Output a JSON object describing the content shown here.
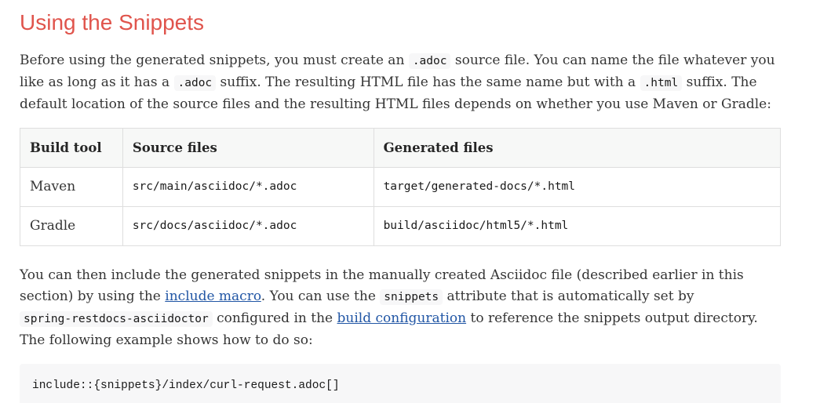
{
  "heading": {
    "text": "Using the Snippets"
  },
  "paragraphs": {
    "intro": [
      {
        "t": "text",
        "v": "Before using the generated snippets, you must create an "
      },
      {
        "t": "code",
        "v": ".adoc"
      },
      {
        "t": "text",
        "v": " source file. You can name the file whatever you like as long as it has a "
      },
      {
        "t": "code",
        "v": ".adoc"
      },
      {
        "t": "text",
        "v": " suffix. The resulting HTML file has the same name but with a "
      },
      {
        "t": "code",
        "v": ".html"
      },
      {
        "t": "text",
        "v": " suffix. The default location of the source files and the resulting HTML files depends on whether you use Maven or Gradle:"
      }
    ],
    "usage": [
      {
        "t": "text",
        "v": "You can then include the generated snippets in the manually created Asciidoc file (described earlier in this section) by using the "
      },
      {
        "t": "link",
        "v": "include macro",
        "name": "include-macro-link"
      },
      {
        "t": "text",
        "v": ". You can use the "
      },
      {
        "t": "code",
        "v": "snippets"
      },
      {
        "t": "text",
        "v": " attribute that is automatically set by "
      },
      {
        "t": "code",
        "v": "spring-restdocs-asciidoctor"
      },
      {
        "t": "text",
        "v": " configured in the "
      },
      {
        "t": "link",
        "v": "build configuration",
        "name": "build-configuration-link"
      },
      {
        "t": "text",
        "v": " to reference the snippets output directory. The following example shows how to do so:"
      }
    ]
  },
  "table": {
    "headers": [
      "Build tool",
      "Source files",
      "Generated files"
    ],
    "rows": [
      [
        "Maven",
        "src/main/asciidoc/*.adoc",
        "target/generated-docs/*.html"
      ],
      [
        "Gradle",
        "src/docs/asciidoc/*.adoc",
        "build/asciidoc/html5/*.html"
      ]
    ]
  },
  "code_block": {
    "text": "include::{snippets}/index/curl-request.adoc[]"
  },
  "colors": {
    "heading": "#e0544c",
    "link": "#2156a5",
    "body_text": "rgba(0,0,0,0.8)",
    "inline_code_bg": "#f7f7f8",
    "table_border": "#dedede",
    "table_header_bg": "#f7f8f7",
    "code_block_bg": "#f7f7f8"
  }
}
